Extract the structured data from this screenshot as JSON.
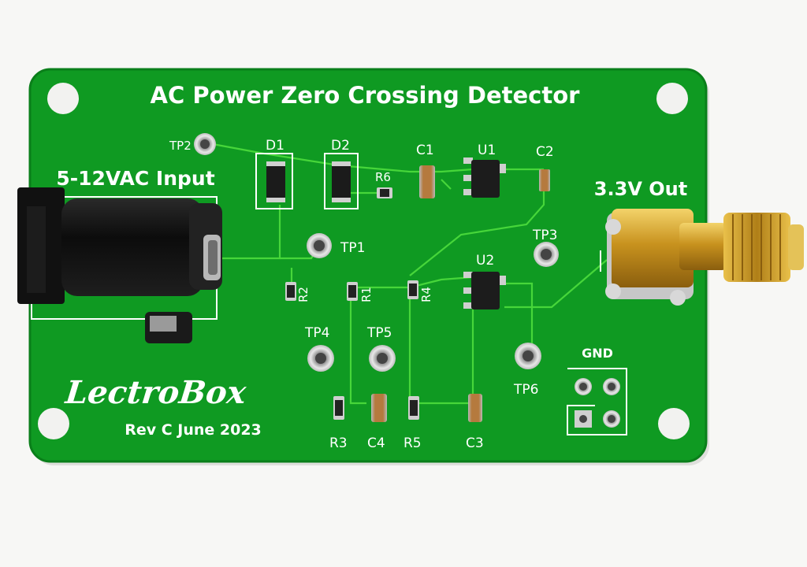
{
  "board": {
    "title": "AC Power Zero Crossing Detector",
    "input_label": "5-12VAC Input",
    "output_label": "3.3V Out",
    "brand": "LectroBox",
    "revision": "Rev C June 2023",
    "gnd_label": "GND"
  },
  "components": {
    "diodes": [
      "D1",
      "D2"
    ],
    "ics": [
      "U1",
      "U2"
    ],
    "capacitors": [
      "C1",
      "C2",
      "C3",
      "C4"
    ],
    "resistors": [
      "R1",
      "R2",
      "R3",
      "R4",
      "R5",
      "R6"
    ],
    "test_points": [
      "TP1",
      "TP2",
      "TP3",
      "TP4",
      "TP5",
      "TP6"
    ]
  },
  "colors": {
    "pcb": "#0f9a22",
    "pcb_edge": "#0a7f1a",
    "trace": "#47d63a",
    "silkscreen": "#ffffff",
    "gold": "#d4a12a",
    "jack": "#141414",
    "background": "#f7f7f5"
  }
}
